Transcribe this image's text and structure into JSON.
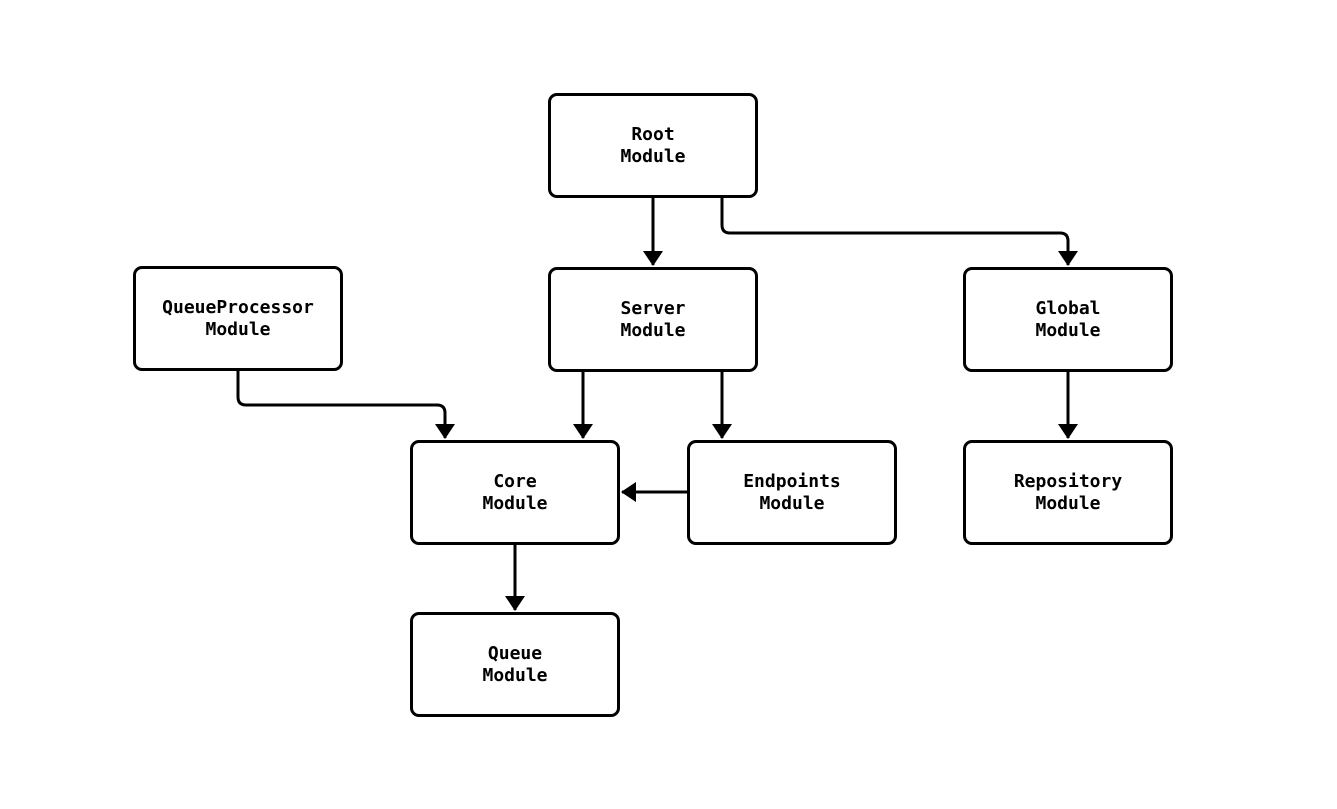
{
  "diagram": {
    "background_color": "#ffffff",
    "line_color": "#000000",
    "node_fill_color": "#ffffff",
    "nodes": [
      {
        "id": "root",
        "label": "Root\nModule"
      },
      {
        "id": "queueprocessor",
        "label": "QueueProcessor\nModule"
      },
      {
        "id": "server",
        "label": "Server\nModule"
      },
      {
        "id": "global",
        "label": "Global\nModule"
      },
      {
        "id": "core",
        "label": "Core\nModule"
      },
      {
        "id": "endpoints",
        "label": "Endpoints\nModule"
      },
      {
        "id": "repository",
        "label": "Repository\nModule"
      },
      {
        "id": "queue",
        "label": "Queue\nModule"
      }
    ],
    "edges": [
      {
        "from": "Root Module",
        "to": "Server Module"
      },
      {
        "from": "Root Module",
        "to": "Global Module"
      },
      {
        "from": "QueueProcessor Module",
        "to": "Core Module"
      },
      {
        "from": "Server Module",
        "to": "Core Module"
      },
      {
        "from": "Server Module",
        "to": "Endpoints Module"
      },
      {
        "from": "Global Module",
        "to": "Repository Module"
      },
      {
        "from": "Endpoints Module",
        "to": "Core Module"
      },
      {
        "from": "Core Module",
        "to": "Queue Module"
      }
    ]
  }
}
